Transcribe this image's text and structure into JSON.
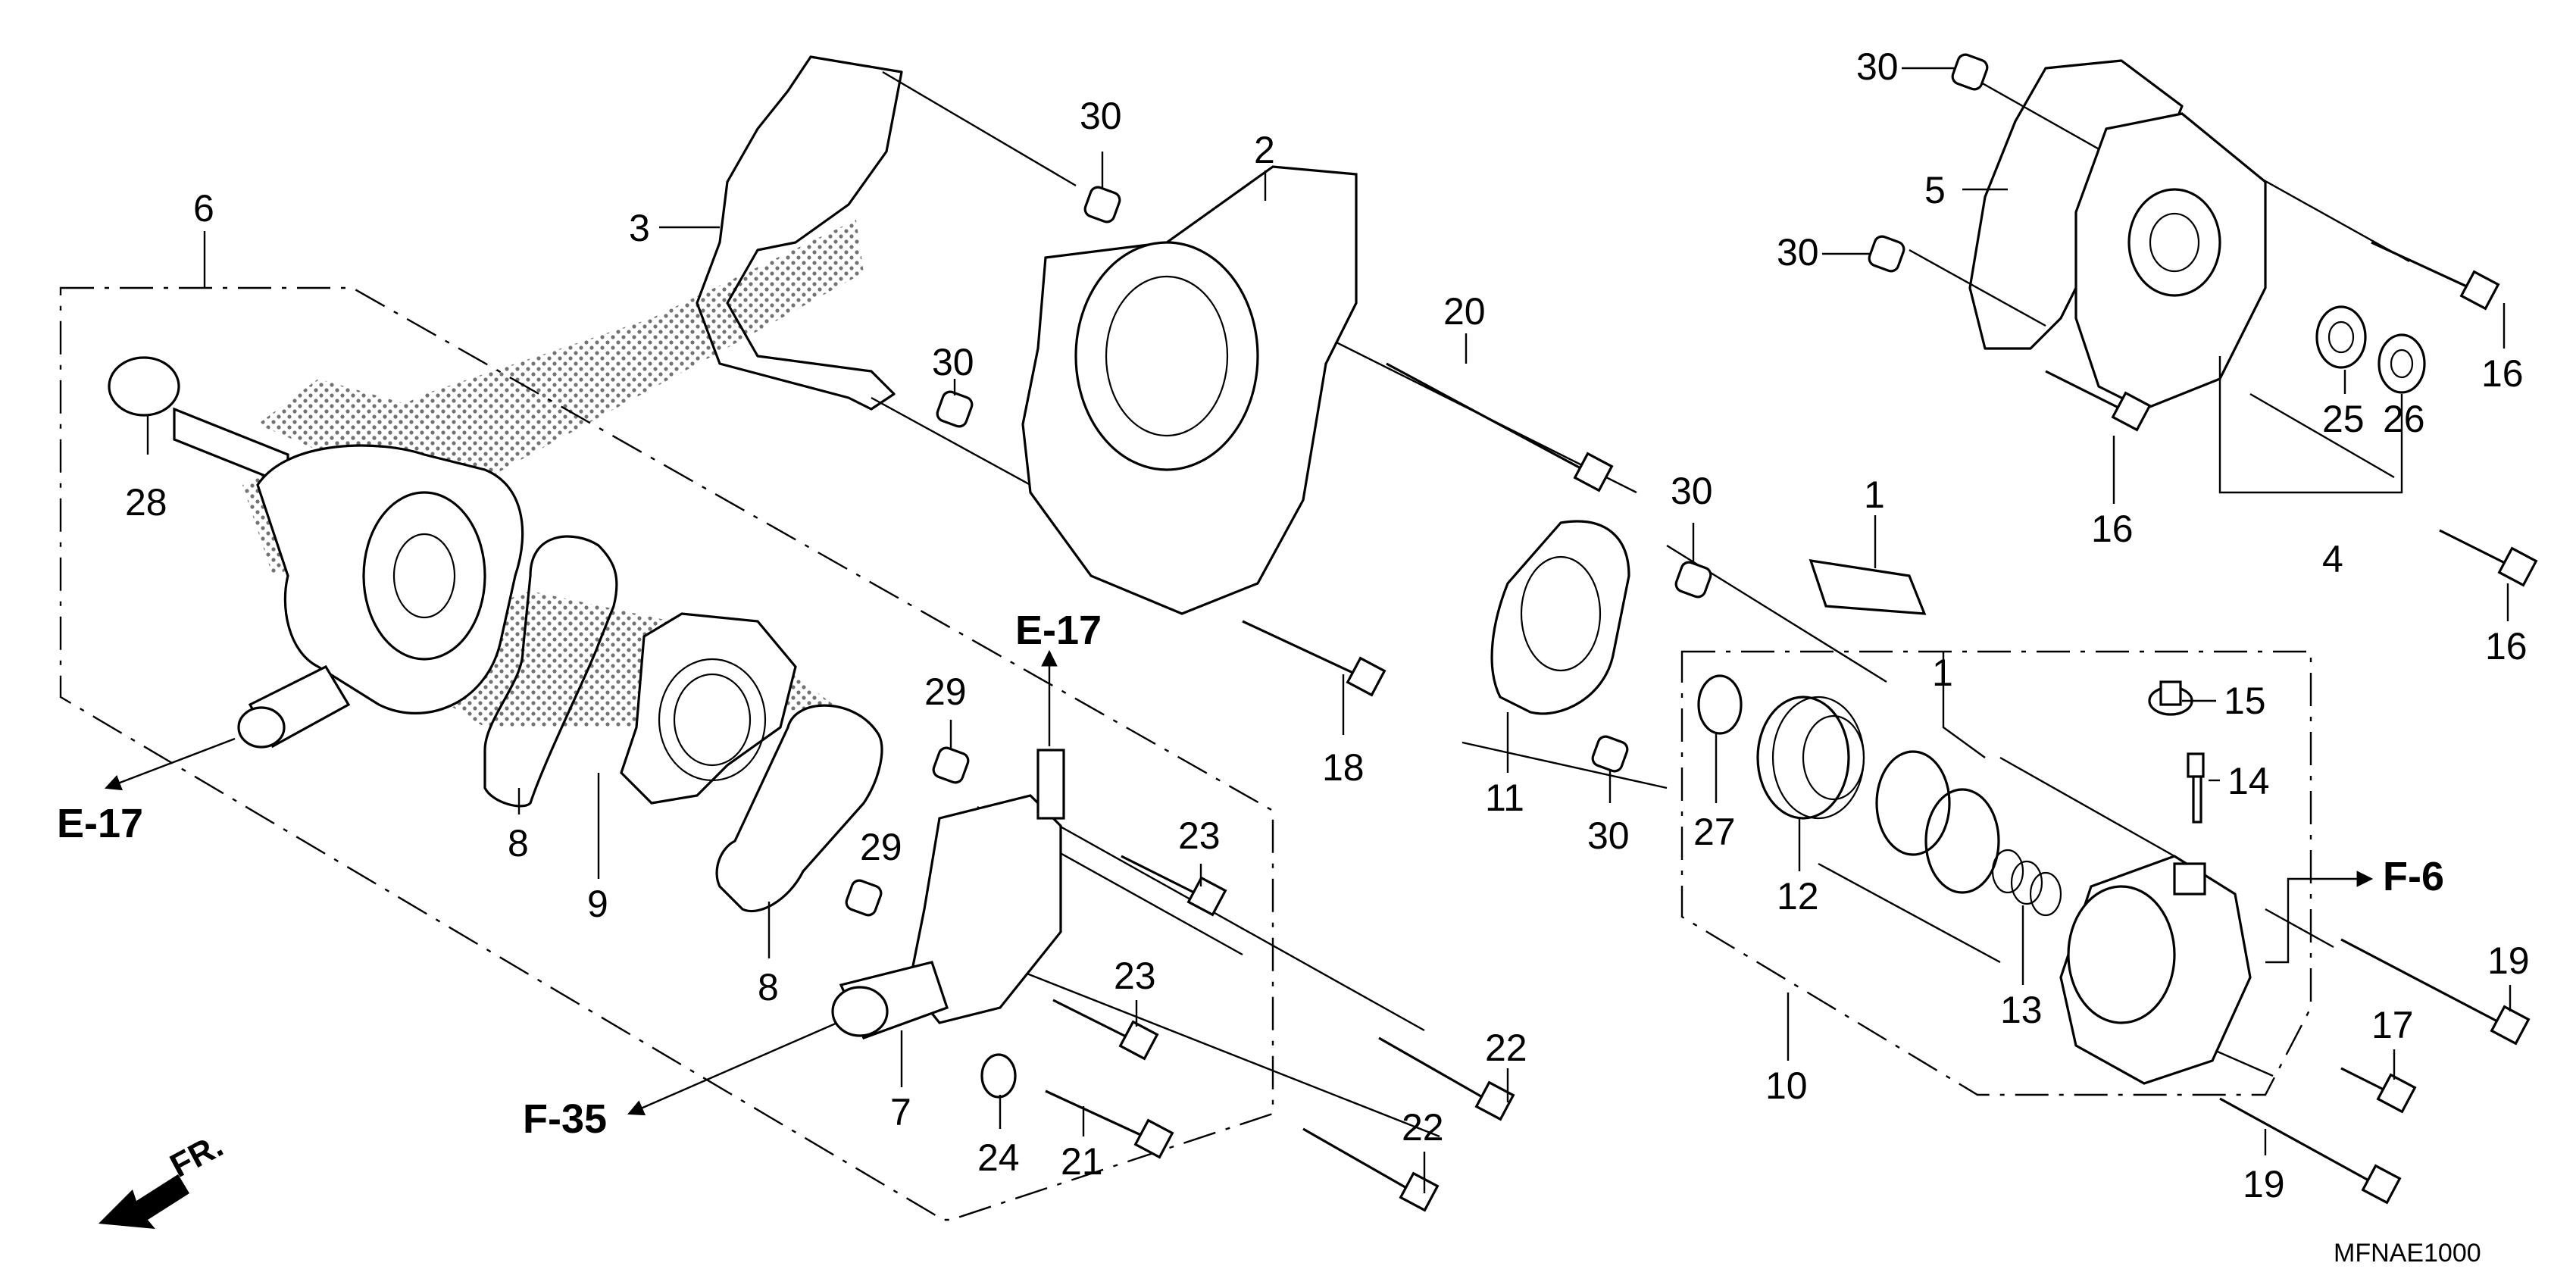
{
  "diagram": {
    "code": "MFNAE1000",
    "front_label": "FR.",
    "refs": {
      "e17_left": "E-17",
      "e17_top": "E-17",
      "f35": "F-35",
      "f6": "F-6"
    },
    "callouts": [
      {
        "id": "c6",
        "label": "6"
      },
      {
        "id": "c28",
        "label": "28"
      },
      {
        "id": "c3",
        "label": "3"
      },
      {
        "id": "c30a",
        "label": "30"
      },
      {
        "id": "c2",
        "label": "2"
      },
      {
        "id": "c30b",
        "label": "30"
      },
      {
        "id": "c20",
        "label": "20"
      },
      {
        "id": "c18",
        "label": "18"
      },
      {
        "id": "c8a",
        "label": "8"
      },
      {
        "id": "c9",
        "label": "9"
      },
      {
        "id": "c8b",
        "label": "8"
      },
      {
        "id": "c29a",
        "label": "29"
      },
      {
        "id": "c29b",
        "label": "29"
      },
      {
        "id": "c23a",
        "label": "23"
      },
      {
        "id": "c23b",
        "label": "23"
      },
      {
        "id": "c7",
        "label": "7"
      },
      {
        "id": "c24",
        "label": "24"
      },
      {
        "id": "c21",
        "label": "21"
      },
      {
        "id": "c22a",
        "label": "22"
      },
      {
        "id": "c22b",
        "label": "22"
      },
      {
        "id": "c30c",
        "label": "30"
      },
      {
        "id": "c11",
        "label": "11"
      },
      {
        "id": "c30d",
        "label": "30"
      },
      {
        "id": "c1a",
        "label": "1"
      },
      {
        "id": "c30e",
        "label": "30"
      },
      {
        "id": "c5",
        "label": "5"
      },
      {
        "id": "c30f",
        "label": "30"
      },
      {
        "id": "c16a",
        "label": "16"
      },
      {
        "id": "c25",
        "label": "25"
      },
      {
        "id": "c26",
        "label": "26"
      },
      {
        "id": "c16b",
        "label": "16"
      },
      {
        "id": "c4",
        "label": "4"
      },
      {
        "id": "c16c",
        "label": "16"
      },
      {
        "id": "c1b",
        "label": "1"
      },
      {
        "id": "c15",
        "label": "15"
      },
      {
        "id": "c14",
        "label": "14"
      },
      {
        "id": "c27",
        "label": "27"
      },
      {
        "id": "c12",
        "label": "12"
      },
      {
        "id": "c13",
        "label": "13"
      },
      {
        "id": "c10",
        "label": "10"
      },
      {
        "id": "c19a",
        "label": "19"
      },
      {
        "id": "c17",
        "label": "17"
      },
      {
        "id": "c19b",
        "label": "19"
      }
    ]
  }
}
